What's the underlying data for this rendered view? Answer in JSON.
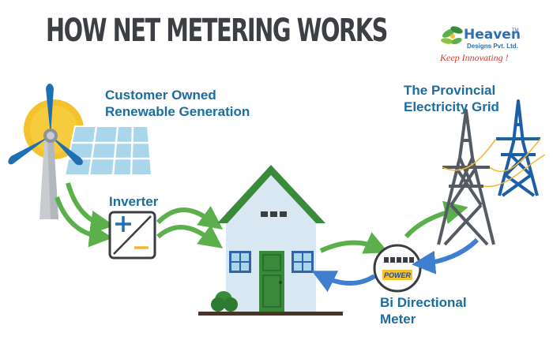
{
  "title": "HOW NET METERING WORKS",
  "logo": {
    "name": "Heaven",
    "trademark": "TM",
    "subtitle": "Designs Pvt. Ltd.",
    "tagline": "Keep Innovating !"
  },
  "labels": {
    "customer_line1": "Customer Owned",
    "customer_line2": "Renewable Generation",
    "grid_line1": "The Provincial",
    "grid_line2": "Electricity Grid",
    "inverter": "Inverter",
    "meter_line1": "Bi Directional",
    "meter_line2": "Meter"
  },
  "meter_face": {
    "brand": "POWER"
  },
  "colors": {
    "title": "#3c3f44",
    "label_blue": "#1c6c9f",
    "arrow_green": "#5bb04c",
    "arrow_blue": "#3f7fd0",
    "house_roof": "#3a8a3c",
    "house_wall": "#d8e7f2",
    "tower_gray": "#555b63",
    "tower_blue": "#1c5fa8",
    "sun": "#f3c22c",
    "solar_panel": "#a9d6ea",
    "wind_blade": "#1f6fb3"
  },
  "icons": [
    "wind-turbine-icon",
    "sun-icon",
    "solar-panel-icon",
    "inverter-icon",
    "house-icon",
    "bidirectional-meter-icon",
    "transmission-tower-icon"
  ]
}
